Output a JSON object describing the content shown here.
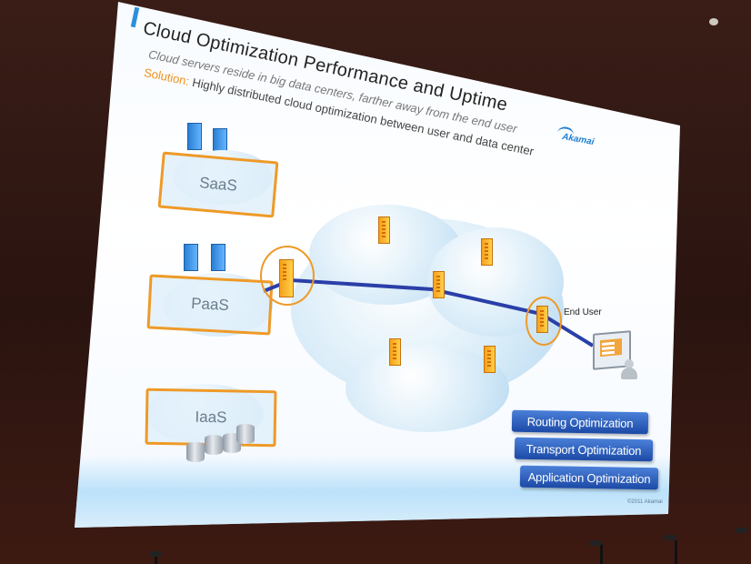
{
  "slide": {
    "title": "Cloud Optimization Performance and Uptime",
    "subtitle": "Cloud servers reside in big data centers, farther away from the end user",
    "solution_keyword": "Solution:",
    "solution_text": "Highly distributed cloud optimization between user and data center",
    "logo": "Akamai",
    "copyright": "©2011 Akamai"
  },
  "diagram": {
    "services": [
      "SaaS",
      "PaaS",
      "IaaS"
    ],
    "end_user_label": "End User",
    "optimizations": [
      "Routing Optimization",
      "Transport Optimization",
      "Application Optimization"
    ]
  },
  "colors": {
    "accent_orange": "#ee9a27",
    "route_blue": "#2a3fa8",
    "button_blue": "#1c4aa6"
  }
}
